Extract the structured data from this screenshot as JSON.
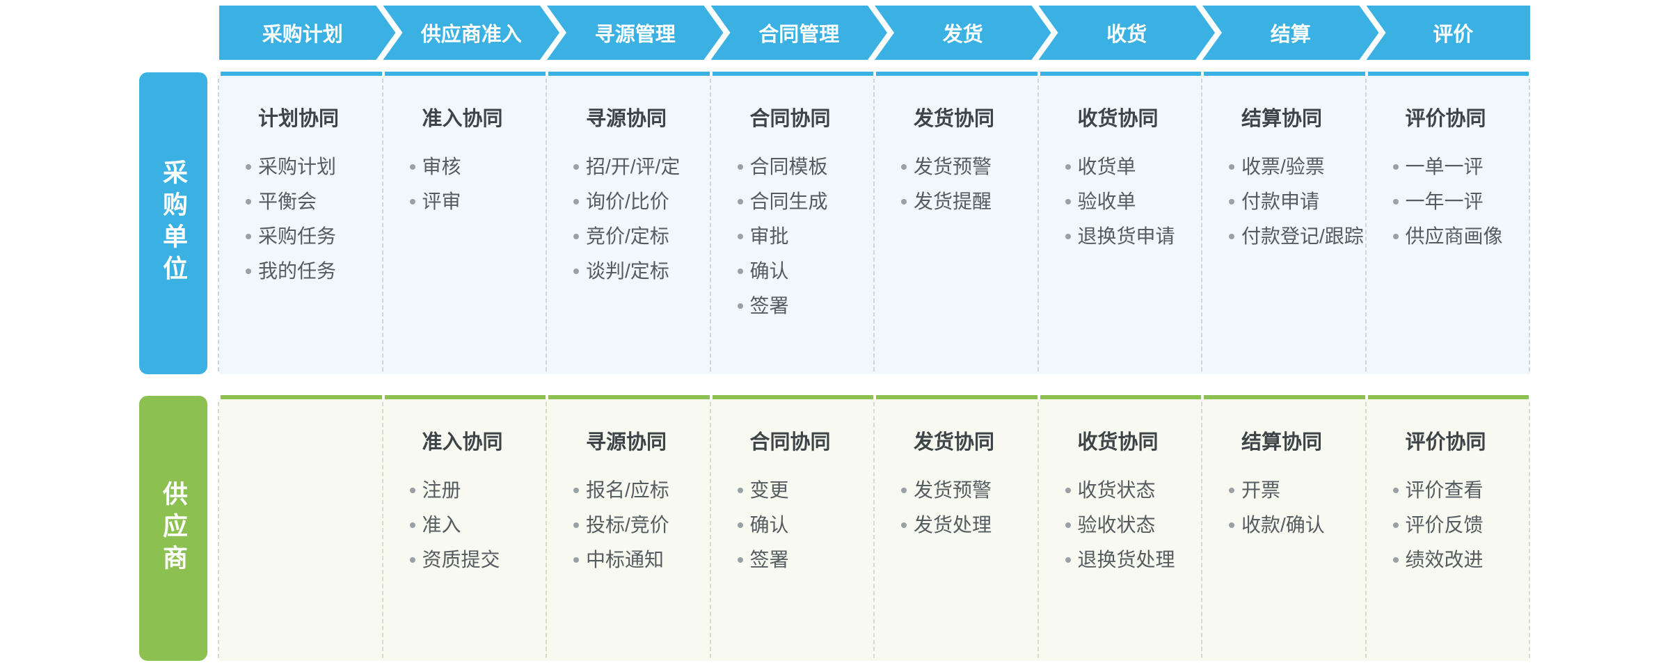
{
  "colors": {
    "stage_blue": "#3ab1e2",
    "supplier_green": "#8cc152",
    "purchaser_band_bg": "#f1f8fc",
    "supplier_band_bg": "#f8faf1",
    "title_text": "#3e4347",
    "item_text": "#565b60"
  },
  "stages": [
    "采购计划",
    "供应商准入",
    "寻源管理",
    "合同管理",
    "发货",
    "收货",
    "结算",
    "评价"
  ],
  "lanes": [
    {
      "tab": "采购单位",
      "columns": [
        {
          "title": "计划协同",
          "items": [
            "采购计划",
            "平衡会",
            "采购任务",
            "我的任务"
          ]
        },
        {
          "title": "准入协同",
          "items": [
            "审核",
            "评审"
          ]
        },
        {
          "title": "寻源协同",
          "items": [
            "招/开/评/定",
            "询价/比价",
            "竞价/定标",
            "谈判/定标"
          ]
        },
        {
          "title": "合同协同",
          "items": [
            "合同模板",
            "合同生成",
            "审批",
            "确认",
            "签署"
          ]
        },
        {
          "title": "发货协同",
          "items": [
            "发货预警",
            "发货提醒"
          ]
        },
        {
          "title": "收货协同",
          "items": [
            "收货单",
            "验收单",
            "退换货申请"
          ]
        },
        {
          "title": "结算协同",
          "items": [
            "收票/验票",
            "付款申请",
            "付款登记/跟踪"
          ]
        },
        {
          "title": "评价协同",
          "items": [
            "一单一评",
            "一年一评",
            "供应商画像"
          ]
        }
      ]
    },
    {
      "tab": "供应商",
      "columns": [
        {
          "title": "",
          "items": []
        },
        {
          "title": "准入协同",
          "items": [
            "注册",
            "准入",
            "资质提交"
          ]
        },
        {
          "title": "寻源协同",
          "items": [
            "报名/应标",
            "投标/竞价",
            "中标通知"
          ]
        },
        {
          "title": "合同协同",
          "items": [
            "变更",
            "确认",
            "签署"
          ]
        },
        {
          "title": "发货协同",
          "items": [
            "发货预警",
            "发货处理"
          ]
        },
        {
          "title": "收货协同",
          "items": [
            "收货状态",
            "验收状态",
            "退换货处理"
          ]
        },
        {
          "title": "结算协同",
          "items": [
            "开票",
            "收款/确认"
          ]
        },
        {
          "title": "评价协同",
          "items": [
            "评价查看",
            "评价反馈",
            "绩效改进"
          ]
        }
      ]
    }
  ]
}
